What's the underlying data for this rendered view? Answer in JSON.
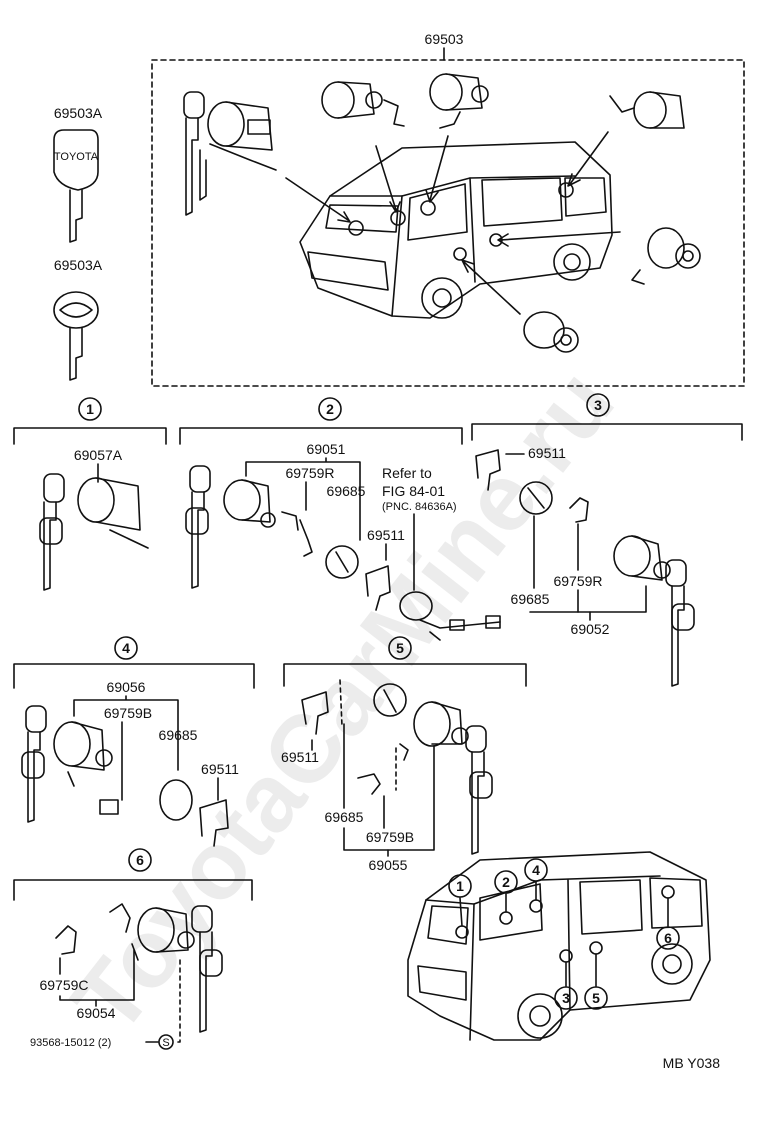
{
  "diagram": {
    "main_assembly": "69503",
    "keys": [
      "69503A",
      "69503A"
    ],
    "key_brand": "TOYOTA",
    "groups": [
      {
        "number": "1",
        "parts": [
          "69057A"
        ]
      },
      {
        "number": "2",
        "parts": [
          "69051",
          "69759R",
          "69685",
          "69511"
        ],
        "note_line1": "Refer to",
        "note_line2": "FIG 84-01",
        "note_line3": "(PNC. 84636A)"
      },
      {
        "number": "3",
        "parts": [
          "69511",
          "69685",
          "69759R",
          "69052"
        ]
      },
      {
        "number": "4",
        "parts": [
          "69056",
          "69759B",
          "69685",
          "69511"
        ]
      },
      {
        "number": "5",
        "parts": [
          "69511",
          "69685",
          "69759B",
          "69055"
        ]
      },
      {
        "number": "6",
        "parts": [
          "69759C",
          "69054"
        ],
        "bolt": "93568-15012 (2)",
        "bolt_symbol": "S"
      }
    ],
    "van_locations": [
      "1",
      "2",
      "4",
      "3",
      "5",
      "6"
    ],
    "figure_code": "MB Y038",
    "watermark": "ToyotaCarMine.ru"
  }
}
